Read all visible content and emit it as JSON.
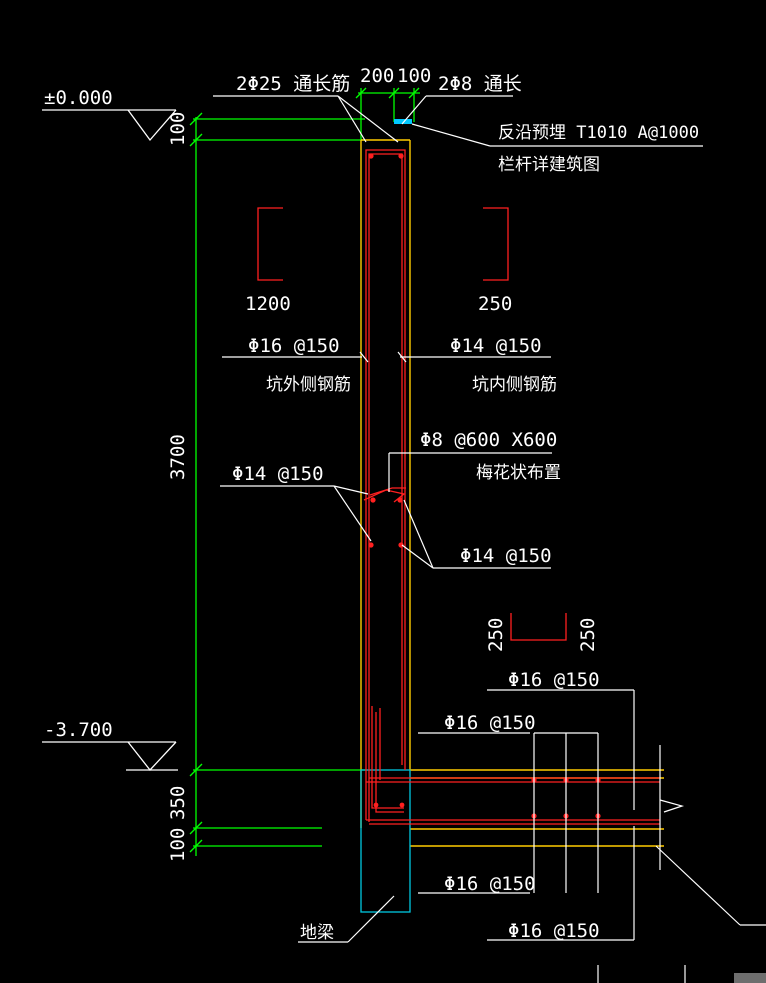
{
  "colors": {
    "background": "#000000",
    "dimension": "#00ff00",
    "leader": "#ffffff",
    "rebar": "#ff2020",
    "concrete": "#ffcc00",
    "foundation_beam": "#00c8e0",
    "embed": "#00c8ff"
  },
  "elevations": {
    "top": "±0.000",
    "bottom": "-3.700"
  },
  "dimensions": {
    "top_thk": "100",
    "height": "3700",
    "base": "350",
    "base_bottom": "100",
    "w1": "200",
    "w2": "100"
  },
  "labels": {
    "top_long_bar": "2Φ25 通长筋",
    "top_long_bar2": "2Φ8 通长",
    "embed_note": "反沿预埋 T1010 A@1000",
    "rail_note": "栏杆详建筑图",
    "hook_outer_dim": "1200",
    "hook_inner_dim": "250",
    "outer_bar": "Φ16 @150",
    "outer_bar_note": "坑外侧钢筋",
    "inner_bar": "Φ14 @150",
    "inner_bar_note": "坑内侧钢筋",
    "tie_bar": "Φ8 @600 X600",
    "tie_bar_note": "梅花状布置",
    "stirrup_left": "Φ14 @150",
    "stirrup_right": "Φ14 @150",
    "hook_dim_a": "250",
    "hook_dim_b": "250",
    "slab_top_1": "Φ16 @150",
    "slab_top_2": "Φ16 @150",
    "slab_bot_1": "Φ16 @150",
    "slab_bot_2": "Φ16 @150",
    "foundation_beam": "地梁"
  }
}
